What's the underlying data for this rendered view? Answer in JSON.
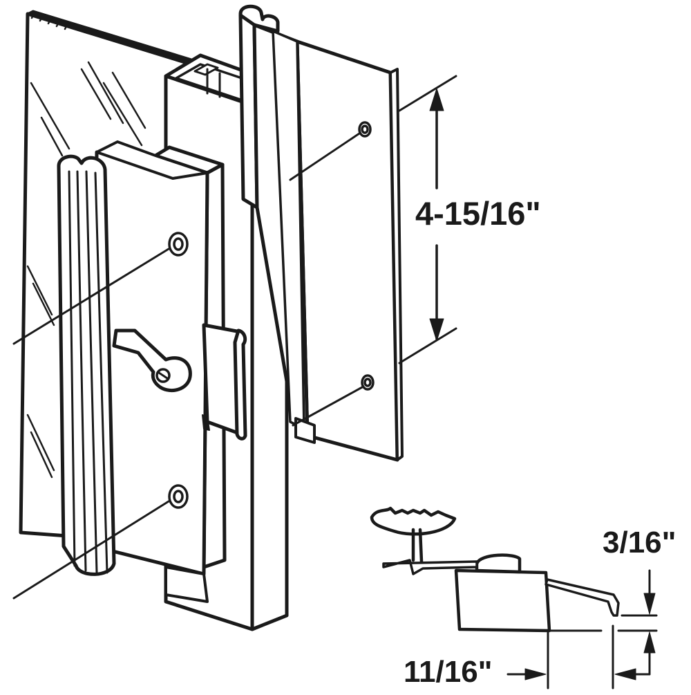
{
  "diagram": {
    "dimensions": {
      "mounting_hole_spacing": "4-15/16\"",
      "latch_hook_thickness": "3/16\"",
      "latch_hook_offset": "11/16\""
    },
    "colors": {
      "line": "#1a1a1a",
      "fill": "#ffffff"
    }
  }
}
